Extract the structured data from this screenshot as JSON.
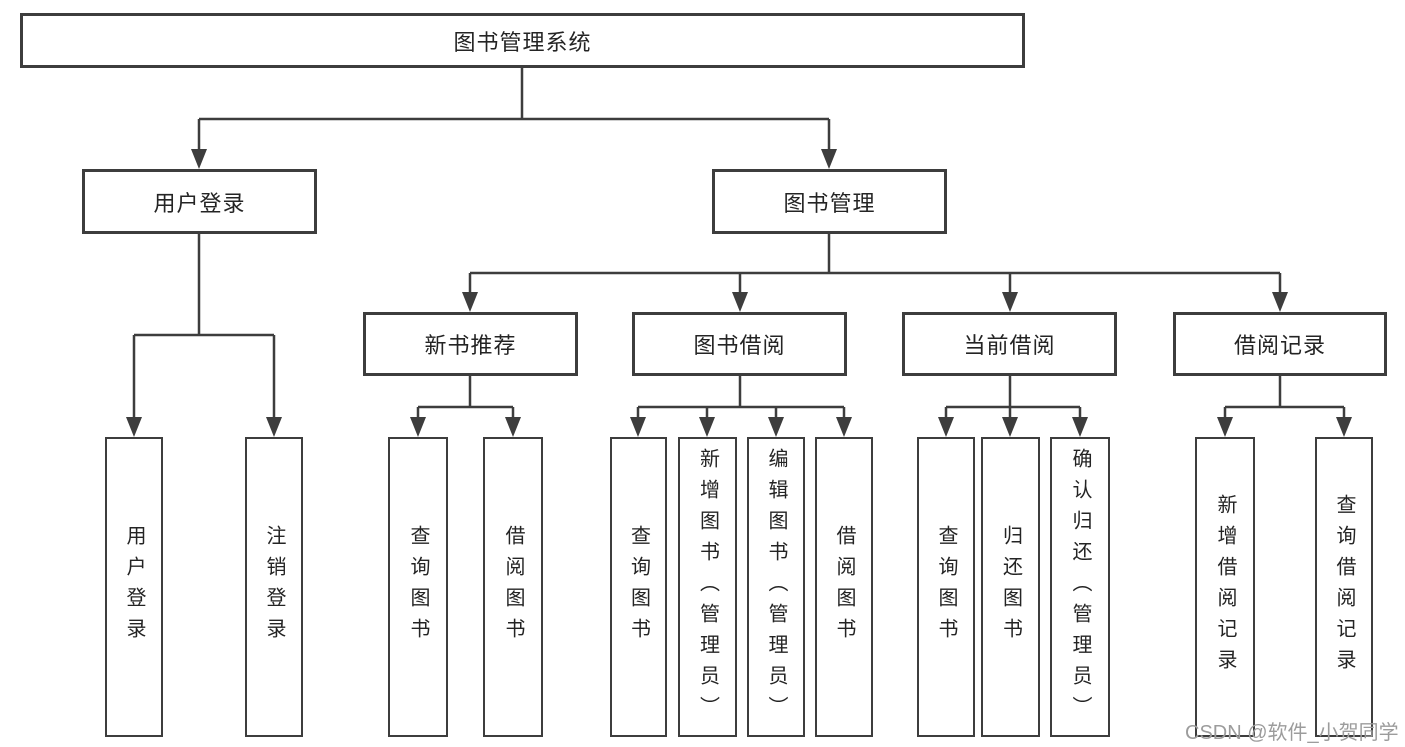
{
  "tree": {
    "label": "图书管理系统",
    "children": [
      {
        "label": "用户登录",
        "children": [
          {
            "label": "用户登录"
          },
          {
            "label": "注销登录"
          }
        ]
      },
      {
        "label": "图书管理",
        "children": [
          {
            "label": "新书推荐",
            "children": [
              {
                "label": "查询图书"
              },
              {
                "label": "借阅图书"
              }
            ]
          },
          {
            "label": "图书借阅",
            "children": [
              {
                "label": "查询图书"
              },
              {
                "label": "新增图书（管理员）"
              },
              {
                "label": "编辑图书（管理员）"
              },
              {
                "label": "借阅图书"
              }
            ]
          },
          {
            "label": "当前借阅",
            "children": [
              {
                "label": "查询图书"
              },
              {
                "label": "归还图书"
              },
              {
                "label": "确认归还（管理员）"
              }
            ]
          },
          {
            "label": "借阅记录",
            "children": [
              {
                "label": "新增借阅记录"
              },
              {
                "label": "查询借阅记录"
              }
            ]
          }
        ]
      }
    ]
  },
  "watermark": "CSDN @软件_小贺同学",
  "colors": {
    "line": "#3d3d3d",
    "text": "#242424",
    "watermark": "#9c9c9c",
    "background": "#ffffff"
  }
}
